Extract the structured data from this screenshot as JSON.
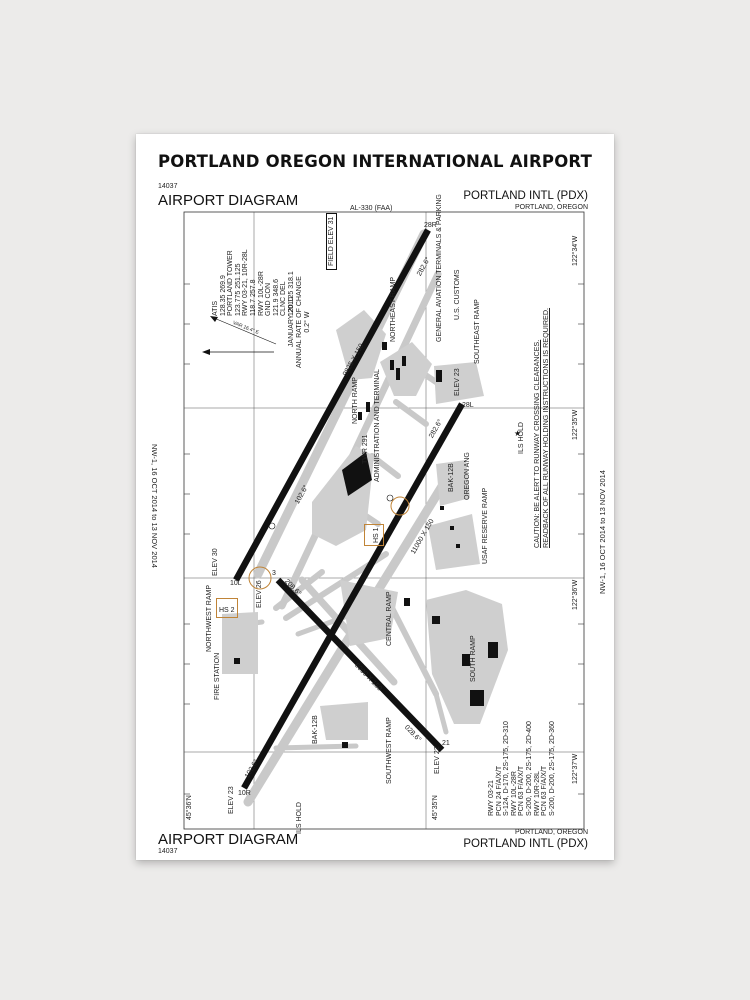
{
  "title": "PORTLAND OREGON INTERNATIONAL AIRPORT",
  "header": {
    "chart_number": "14037",
    "diagram_title": "AIRPORT DIAGRAM",
    "procedure": "AL-330 (FAA)",
    "airport_name": "PORTLAND INTL (PDX)",
    "city": "PORTLAND, OREGON"
  },
  "footer": {
    "diagram_title": "AIRPORT DIAGRAM",
    "chart_number": "14037",
    "city": "PORTLAND, OREGON",
    "airport_name": "PORTLAND INTL (PDX)"
  },
  "cycle": "NW-1, 16 OCT 2014 to 13 NOV 2014",
  "frequencies": [
    "ATIS",
    "128.35 269.9",
    "PORTLAND TOWER",
    "123.775 251.125",
    "RWY 03-21, 10R-28L",
    "118.7 257.8",
    "RWY 10L-28R",
    "GND CON",
    "121.9 348.6",
    "CLNC DEL",
    "120.125 318.1"
  ],
  "variation": {
    "date": "JANUARY 2010",
    "label": "ANNUAL RATE OF CHANGE",
    "rate": "0.2° W",
    "var": "VAR 16.4° E"
  },
  "caution": [
    "CAUTION: BE ALERT TO RUNWAY CROSSING CLEARANCES.",
    "READBACK OF ALL RUNWAY HOLDING INSTRUCTIONS IS REQUIRED."
  ],
  "coordinates": {
    "lon_top": "122°34'W",
    "lon_35": "122°35'W",
    "lon_36": "122°36'W",
    "lon_bottom": "122°37'W",
    "lat_bottom": "45°35'N",
    "lat_left": "45°36'N"
  },
  "runways": {
    "rwy_10l_28r": "9825 X 150",
    "rwy_10r_28l": "11000 X 150",
    "rwy_03_21": "6000 X 150",
    "hdg_102": "102.6°",
    "hdg_282": "282.6°",
    "hdg_208": "208.6°",
    "hdg_028": "028.6°",
    "end_28r": "28R",
    "end_10l": "10L",
    "end_28l": "28L",
    "end_10r": "10R",
    "end_3": "3",
    "end_21": "21"
  },
  "labels": {
    "field_elev": "FIELD ELEV 31",
    "elev_30": "ELEV 30",
    "elev_26": "ELEV 26",
    "elev_23_a": "ELEV 23",
    "elev_23_b": "ELEV 23",
    "elev_22": "ELEV 22",
    "ga_terminals": "GENERAL AVIATION TERMINALS & PARKING",
    "customs": "U.S. CUSTOMS",
    "northeast_ramp": "NORTHEAST RAMP",
    "southeast_ramp": "SOUTHEAST RAMP",
    "north_ramp": "NORTH RAMP",
    "admin_terminal": "ADMINISTRATION AND TERMINAL",
    "tower": "TWR 291",
    "oregon_ang": "OREGON ANG",
    "usaf_reserve": "USAF RESERVE RAMP",
    "central_ramp": "CENTRAL RAMP",
    "south_ramp": "SOUTH RAMP",
    "southwest_ramp": "SOUTHWEST RAMP",
    "northwest_ramp": "NORTHWEST RAMP",
    "fire_station": "FIRE STATION",
    "ils_hold_1": "ILS HOLD",
    "ils_hold_2": "ILS HOLD",
    "bak_12b_1": "BAK-12B",
    "bak_12b_2": "BAK-12B",
    "hs1": "HS 1",
    "hs2": "HS 2"
  },
  "pcn": [
    "RWY 03-21",
    "PCN 24 F/A/X/T",
    "S-124, D-170, 2S-175, 2D-310",
    "RWY 10L-28R",
    "PCN 63 F/A/X/T",
    "S-200, D-200, 2S-175, 2D-400",
    "RWY 10R-28L",
    "PCN 63 F/A/X/T",
    "S-200, D-200, 2S-175, 2D-360"
  ],
  "colors": {
    "runway": "#111111",
    "taxiway": "#c9c9c9",
    "hotspot": "#c08437",
    "poster": "#ffffff",
    "wall": "#ecebea"
  }
}
